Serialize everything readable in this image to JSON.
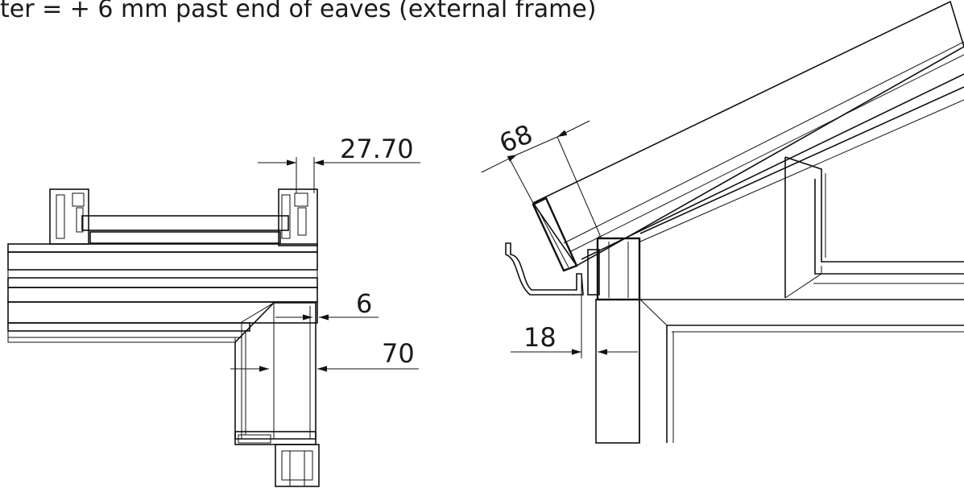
{
  "caption": "ter = + 6 mm past end of eaves (external frame)",
  "left_section": {
    "dim_top": "27.70",
    "dim_mid": "6",
    "dim_low": "70"
  },
  "right_section": {
    "dim_angled": "68",
    "dim_gutter": "18"
  },
  "colors": {
    "frame_grey": "#9a9a9a",
    "frame_light": "#cfcfcf",
    "glazing_blue": "#b9b9d6",
    "line": "#111111"
  }
}
